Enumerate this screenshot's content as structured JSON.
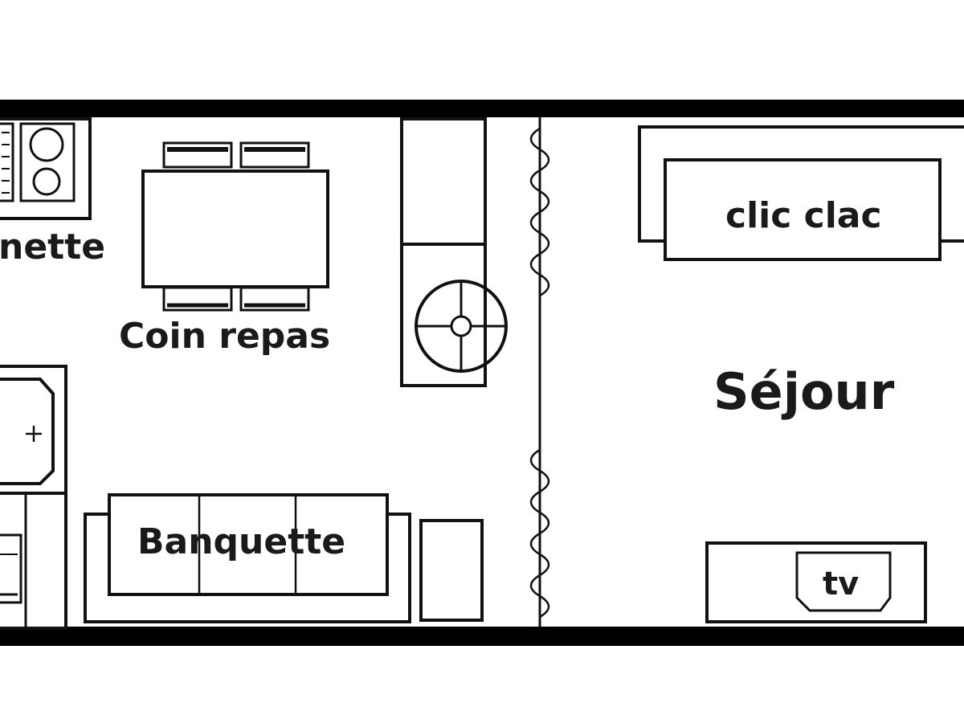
{
  "labels": {
    "kitchenette": "nette",
    "dining": "Coin repas",
    "sofa_bed": "clic clac",
    "living": "Séjour",
    "bench": "Banquette",
    "tv": "tv"
  },
  "colors": {
    "background": "#ffffff",
    "wall": "#000000",
    "line": "#111111"
  }
}
